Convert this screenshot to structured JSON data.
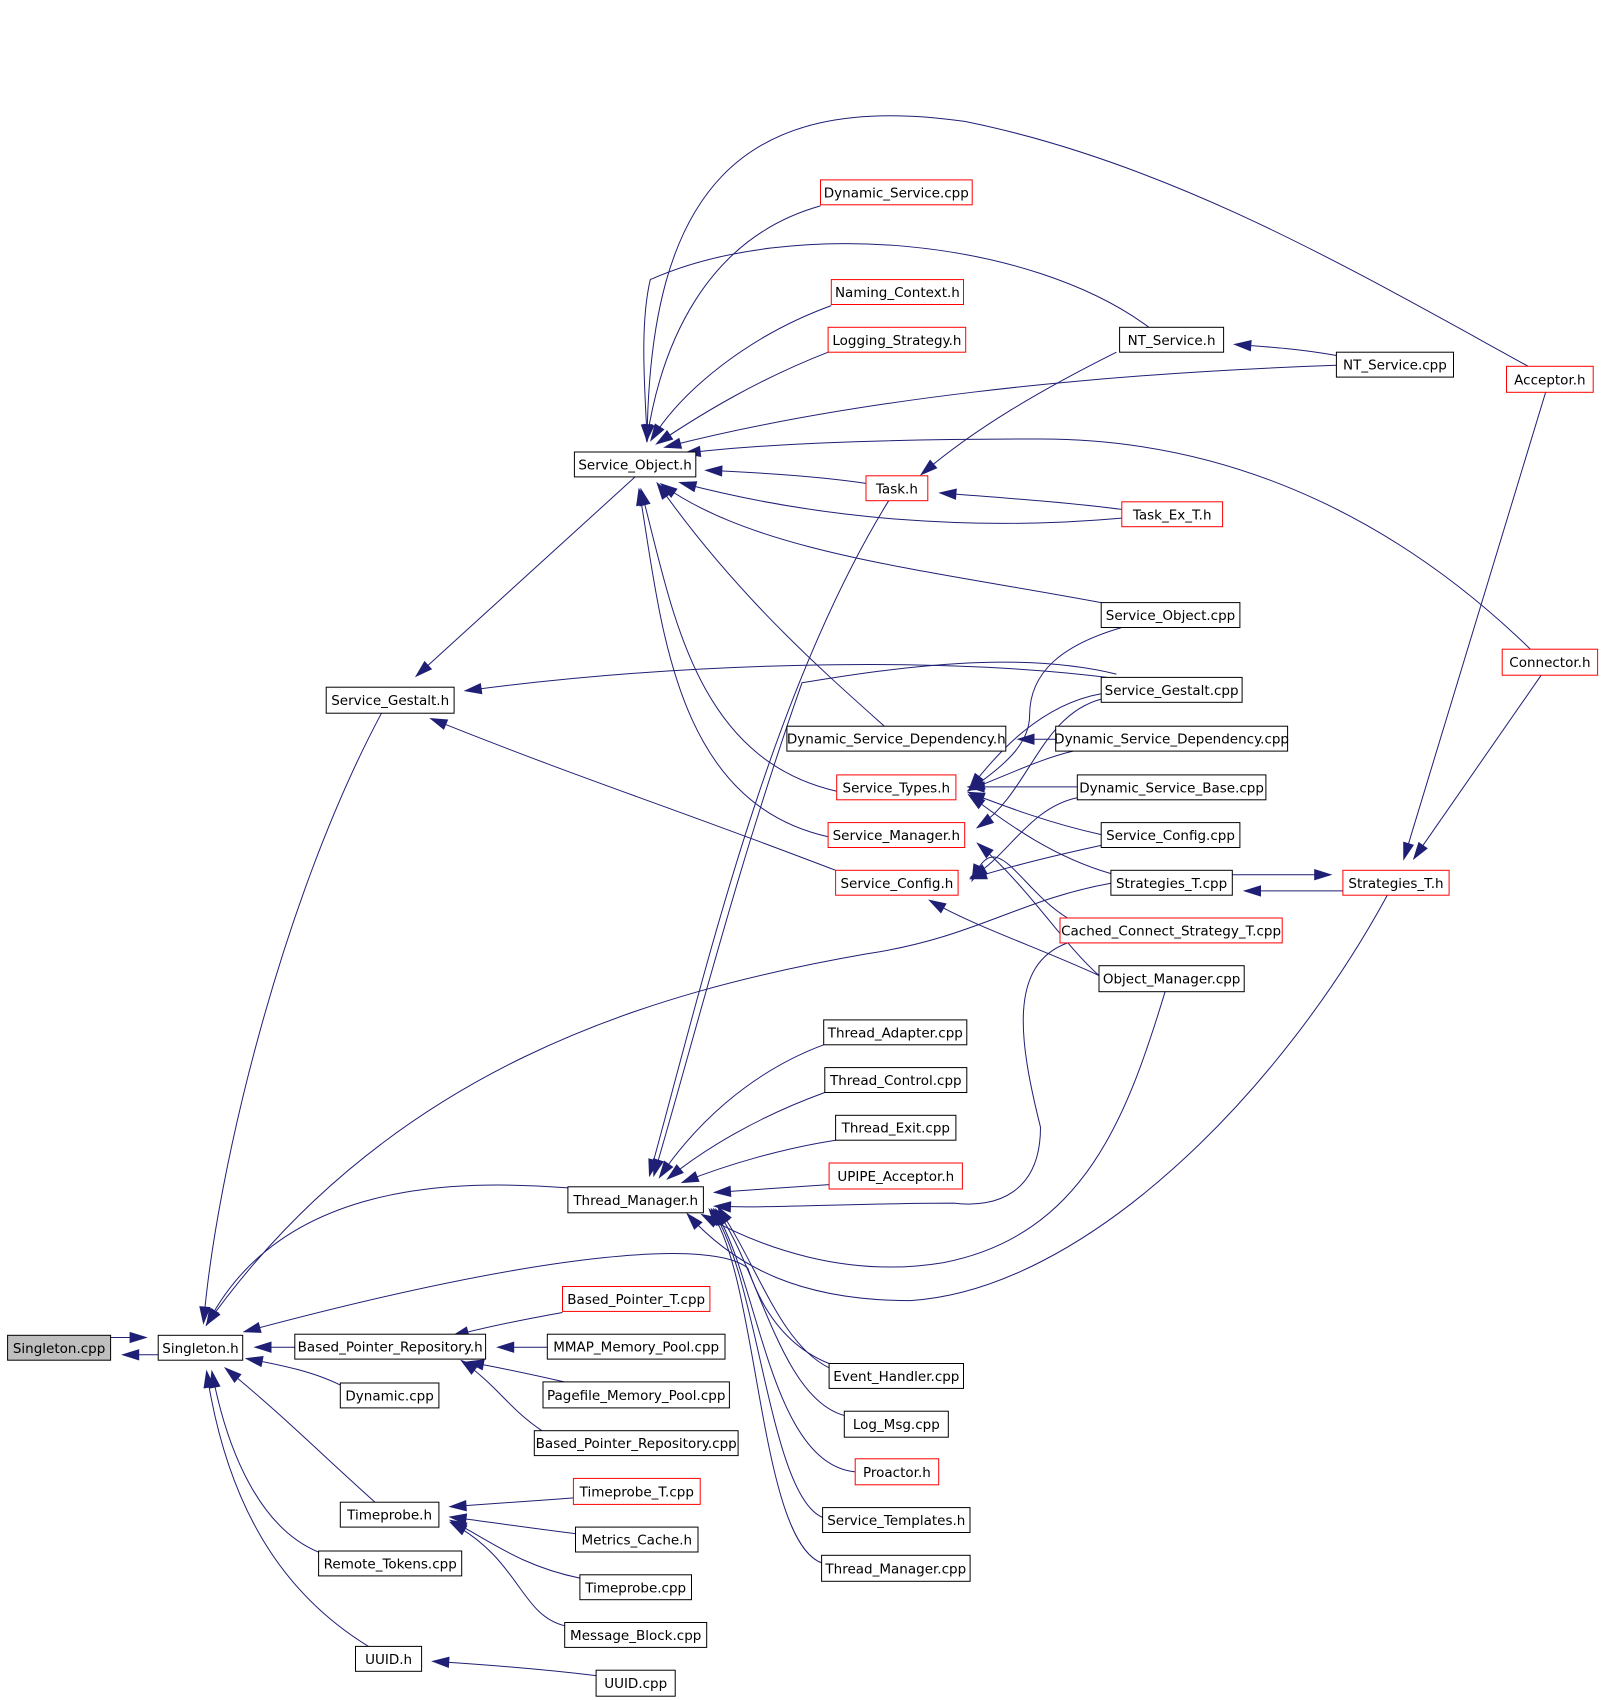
{
  "colors": {
    "edge": "#1f1f75",
    "border_normal": "#000000",
    "border_truncated": "#ff0000",
    "fill_root": "#bfbfbf",
    "fill_normal": "#ffffff"
  },
  "nodes": [
    {
      "id": "singleton_cpp",
      "label": "Singleton.cpp",
      "style": "root"
    },
    {
      "id": "singleton_h",
      "label": "Singleton.h",
      "style": "normal"
    },
    {
      "id": "service_gestalt_h",
      "label": "Service_Gestalt.h",
      "style": "normal"
    },
    {
      "id": "service_object_h",
      "label": "Service_Object.h",
      "style": "normal"
    },
    {
      "id": "dynamic_service_cpp",
      "label": "Dynamic_Service.cpp",
      "style": "truncated"
    },
    {
      "id": "naming_context_h",
      "label": "Naming_Context.h",
      "style": "truncated"
    },
    {
      "id": "logging_strategy_h",
      "label": "Logging_Strategy.h",
      "style": "truncated"
    },
    {
      "id": "nt_service_h",
      "label": "NT_Service.h",
      "style": "normal"
    },
    {
      "id": "nt_service_cpp",
      "label": "NT_Service.cpp",
      "style": "normal"
    },
    {
      "id": "acceptor_h",
      "label": "Acceptor.h",
      "style": "truncated"
    },
    {
      "id": "task_h",
      "label": "Task.h",
      "style": "truncated"
    },
    {
      "id": "task_ex_t_h",
      "label": "Task_Ex_T.h",
      "style": "truncated"
    },
    {
      "id": "service_object_cpp",
      "label": "Service_Object.cpp",
      "style": "normal"
    },
    {
      "id": "connector_h",
      "label": "Connector.h",
      "style": "truncated"
    },
    {
      "id": "service_gestalt_cpp",
      "label": "Service_Gestalt.cpp",
      "style": "normal"
    },
    {
      "id": "dsd_h",
      "label": "Dynamic_Service_Dependency.h",
      "style": "normal"
    },
    {
      "id": "dsd_cpp",
      "label": "Dynamic_Service_Dependency.cpp",
      "style": "normal"
    },
    {
      "id": "service_types_h",
      "label": "Service_Types.h",
      "style": "truncated"
    },
    {
      "id": "dsb_cpp",
      "label": "Dynamic_Service_Base.cpp",
      "style": "normal"
    },
    {
      "id": "service_manager_h",
      "label": "Service_Manager.h",
      "style": "truncated"
    },
    {
      "id": "service_config_cpp",
      "label": "Service_Config.cpp",
      "style": "normal"
    },
    {
      "id": "service_config_h",
      "label": "Service_Config.h",
      "style": "truncated"
    },
    {
      "id": "strategies_t_cpp",
      "label": "Strategies_T.cpp",
      "style": "normal"
    },
    {
      "id": "strategies_t_h",
      "label": "Strategies_T.h",
      "style": "truncated"
    },
    {
      "id": "ccs_t_cpp",
      "label": "Cached_Connect_Strategy_T.cpp",
      "style": "truncated"
    },
    {
      "id": "object_manager_cpp",
      "label": "Object_Manager.cpp",
      "style": "normal"
    },
    {
      "id": "thread_adapter_cpp",
      "label": "Thread_Adapter.cpp",
      "style": "normal"
    },
    {
      "id": "thread_control_cpp",
      "label": "Thread_Control.cpp",
      "style": "normal"
    },
    {
      "id": "thread_exit_cpp",
      "label": "Thread_Exit.cpp",
      "style": "normal"
    },
    {
      "id": "upipe_acceptor_h",
      "label": "UPIPE_Acceptor.h",
      "style": "truncated"
    },
    {
      "id": "thread_manager_h",
      "label": "Thread_Manager.h",
      "style": "normal"
    },
    {
      "id": "based_pointer_t_cpp",
      "label": "Based_Pointer_T.cpp",
      "style": "truncated"
    },
    {
      "id": "bpr_h",
      "label": "Based_Pointer_Repository.h",
      "style": "normal"
    },
    {
      "id": "mmap_pool_cpp",
      "label": "MMAP_Memory_Pool.cpp",
      "style": "normal"
    },
    {
      "id": "pagefile_pool_cpp",
      "label": "Pagefile_Memory_Pool.cpp",
      "style": "normal"
    },
    {
      "id": "bpr_cpp",
      "label": "Based_Pointer_Repository.cpp",
      "style": "normal"
    },
    {
      "id": "dynamic_cpp",
      "label": "Dynamic.cpp",
      "style": "normal"
    },
    {
      "id": "event_handler_cpp",
      "label": "Event_Handler.cpp",
      "style": "normal"
    },
    {
      "id": "log_msg_cpp",
      "label": "Log_Msg.cpp",
      "style": "normal"
    },
    {
      "id": "proactor_h",
      "label": "Proactor.h",
      "style": "truncated"
    },
    {
      "id": "service_templates_h",
      "label": "Service_Templates.h",
      "style": "normal"
    },
    {
      "id": "thread_manager_cpp",
      "label": "Thread_Manager.cpp",
      "style": "normal"
    },
    {
      "id": "timeprobe_t_cpp",
      "label": "Timeprobe_T.cpp",
      "style": "truncated"
    },
    {
      "id": "timeprobe_h",
      "label": "Timeprobe.h",
      "style": "normal"
    },
    {
      "id": "metrics_cache_h",
      "label": "Metrics_Cache.h",
      "style": "normal"
    },
    {
      "id": "remote_tokens_cpp",
      "label": "Remote_Tokens.cpp",
      "style": "normal"
    },
    {
      "id": "timeprobe_cpp",
      "label": "Timeprobe.cpp",
      "style": "normal"
    },
    {
      "id": "message_block_cpp",
      "label": "Message_Block.cpp",
      "style": "normal"
    },
    {
      "id": "uuid_h",
      "label": "UUID.h",
      "style": "normal"
    },
    {
      "id": "uuid_cpp",
      "label": "UUID.cpp",
      "style": "normal"
    }
  ],
  "edges": [
    {
      "from": "singleton_h",
      "to": "singleton_cpp"
    },
    {
      "from": "singleton_cpp",
      "to": "singleton_h"
    },
    {
      "from": "service_gestalt_h",
      "to": "singleton_h"
    },
    {
      "from": "thread_manager_h",
      "to": "singleton_h"
    },
    {
      "from": "strategies_t_cpp",
      "to": "singleton_h"
    },
    {
      "from": "event_handler_cpp",
      "to": "singleton_h"
    },
    {
      "from": "bpr_h",
      "to": "singleton_h"
    },
    {
      "from": "dynamic_cpp",
      "to": "singleton_h"
    },
    {
      "from": "timeprobe_h",
      "to": "singleton_h"
    },
    {
      "from": "remote_tokens_cpp",
      "to": "singleton_h"
    },
    {
      "from": "uuid_h",
      "to": "singleton_h"
    },
    {
      "from": "service_object_h",
      "to": "service_gestalt_h"
    },
    {
      "from": "service_gestalt_cpp",
      "to": "service_gestalt_h"
    },
    {
      "from": "service_config_h",
      "to": "service_gestalt_h"
    },
    {
      "from": "acceptor_h",
      "to": "service_object_h"
    },
    {
      "from": "dynamic_service_cpp",
      "to": "service_object_h"
    },
    {
      "from": "nt_service_h",
      "to": "service_object_h"
    },
    {
      "from": "naming_context_h",
      "to": "service_object_h"
    },
    {
      "from": "logging_strategy_h",
      "to": "service_object_h"
    },
    {
      "from": "nt_service_cpp",
      "to": "service_object_h"
    },
    {
      "from": "connector_h",
      "to": "service_object_h"
    },
    {
      "from": "task_h",
      "to": "service_object_h"
    },
    {
      "from": "task_ex_t_h",
      "to": "service_object_h"
    },
    {
      "from": "service_object_cpp",
      "to": "service_object_h"
    },
    {
      "from": "dsd_h",
      "to": "service_object_h"
    },
    {
      "from": "service_types_h",
      "to": "service_object_h"
    },
    {
      "from": "service_manager_h",
      "to": "service_object_h"
    },
    {
      "from": "nt_service_cpp",
      "to": "nt_service_h"
    },
    {
      "from": "nt_service_h",
      "to": "task_h"
    },
    {
      "from": "task_ex_t_h",
      "to": "task_h"
    },
    {
      "from": "dsd_cpp",
      "to": "dsd_h"
    },
    {
      "from": "service_object_cpp",
      "to": "service_types_h"
    },
    {
      "from": "service_gestalt_cpp",
      "to": "service_types_h"
    },
    {
      "from": "dsd_cpp",
      "to": "service_types_h"
    },
    {
      "from": "dsb_cpp",
      "to": "service_types_h"
    },
    {
      "from": "service_config_cpp",
      "to": "service_types_h"
    },
    {
      "from": "strategies_t_cpp",
      "to": "service_types_h"
    },
    {
      "from": "service_gestalt_cpp",
      "to": "service_manager_h"
    },
    {
      "from": "object_manager_cpp",
      "to": "service_manager_h"
    },
    {
      "from": "dsb_cpp",
      "to": "service_config_h"
    },
    {
      "from": "service_config_cpp",
      "to": "service_config_h"
    },
    {
      "from": "ccs_t_cpp",
      "to": "service_config_h"
    },
    {
      "from": "object_manager_cpp",
      "to": "service_config_h"
    },
    {
      "from": "strategies_t_cpp",
      "to": "strategies_t_h"
    },
    {
      "from": "strategies_t_h",
      "to": "strategies_t_cpp"
    },
    {
      "from": "acceptor_h",
      "to": "strategies_t_h"
    },
    {
      "from": "connector_h",
      "to": "strategies_t_h"
    },
    {
      "from": "task_h",
      "to": "thread_manager_h"
    },
    {
      "from": "service_gestalt_cpp",
      "to": "thread_manager_h"
    },
    {
      "from": "thread_adapter_cpp",
      "to": "thread_manager_h"
    },
    {
      "from": "thread_control_cpp",
      "to": "thread_manager_h"
    },
    {
      "from": "thread_exit_cpp",
      "to": "thread_manager_h"
    },
    {
      "from": "upipe_acceptor_h",
      "to": "thread_manager_h"
    },
    {
      "from": "ccs_t_cpp",
      "to": "thread_manager_h"
    },
    {
      "from": "object_manager_cpp",
      "to": "thread_manager_h"
    },
    {
      "from": "strategies_t_h",
      "to": "thread_manager_h"
    },
    {
      "from": "event_handler_cpp",
      "to": "thread_manager_h"
    },
    {
      "from": "log_msg_cpp",
      "to": "thread_manager_h"
    },
    {
      "from": "proactor_h",
      "to": "thread_manager_h"
    },
    {
      "from": "service_templates_h",
      "to": "thread_manager_h"
    },
    {
      "from": "thread_manager_cpp",
      "to": "thread_manager_h"
    },
    {
      "from": "based_pointer_t_cpp",
      "to": "bpr_h"
    },
    {
      "from": "mmap_pool_cpp",
      "to": "bpr_h"
    },
    {
      "from": "pagefile_pool_cpp",
      "to": "bpr_h"
    },
    {
      "from": "bpr_cpp",
      "to": "bpr_h"
    },
    {
      "from": "timeprobe_t_cpp",
      "to": "timeprobe_h"
    },
    {
      "from": "metrics_cache_h",
      "to": "timeprobe_h"
    },
    {
      "from": "timeprobe_cpp",
      "to": "timeprobe_h"
    },
    {
      "from": "message_block_cpp",
      "to": "timeprobe_h"
    },
    {
      "from": "uuid_cpp",
      "to": "uuid_h"
    }
  ]
}
